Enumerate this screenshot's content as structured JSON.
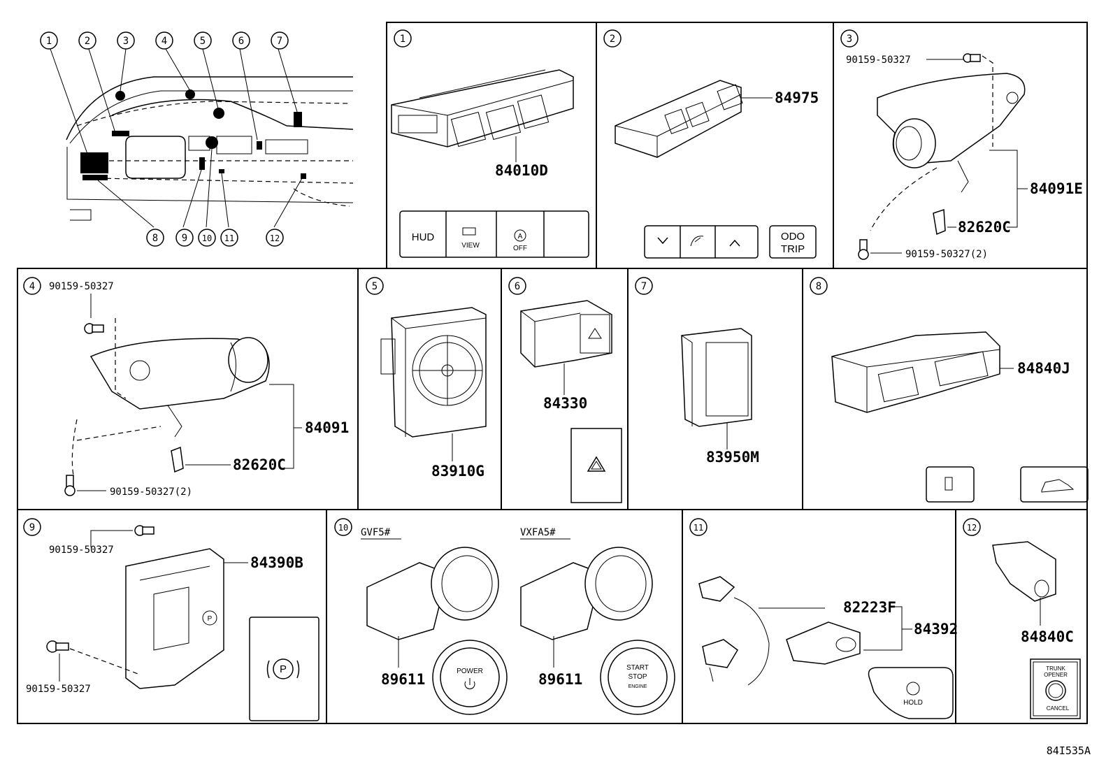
{
  "overview_callouts": [
    "1",
    "2",
    "3",
    "4",
    "5",
    "6",
    "7",
    "8",
    "9",
    "10",
    "11",
    "12"
  ],
  "panels": {
    "p1": {
      "num": "1",
      "parts": [
        "84010D"
      ],
      "keys": [
        "HUD",
        "VIEW",
        "OFF"
      ]
    },
    "p2": {
      "num": "2",
      "parts": [
        "84975"
      ],
      "keys": [
        "ODO",
        "TRIP"
      ]
    },
    "p3": {
      "num": "3",
      "parts": [
        "90159-50327",
        "84091E",
        "82620C",
        "90159-50327(2)"
      ]
    },
    "p4": {
      "num": "4",
      "parts": [
        "90159-50327",
        "84091",
        "82620C",
        "90159-50327(2)"
      ]
    },
    "p5": {
      "num": "5",
      "parts": [
        "83910G"
      ]
    },
    "p6": {
      "num": "6",
      "parts": [
        "84330"
      ]
    },
    "p7": {
      "num": "7",
      "parts": [
        "83950M"
      ]
    },
    "p8": {
      "num": "8",
      "parts": [
        "84840J"
      ]
    },
    "p9": {
      "num": "9",
      "parts": [
        "90159-50327",
        "84390B",
        "90159-50327"
      ]
    },
    "p10": {
      "num": "10",
      "variants": [
        "GVF5#",
        "VXFA5#"
      ],
      "parts": [
        "89611",
        "89611"
      ],
      "keys_a": [
        "POWER"
      ],
      "keys_b": [
        "START",
        "STOP",
        "ENGINE"
      ]
    },
    "p11": {
      "num": "11",
      "parts": [
        "82223F",
        "84392"
      ],
      "keys": [
        "HOLD"
      ]
    },
    "p12": {
      "num": "12",
      "parts": [
        "84840C"
      ],
      "keys": [
        "TRUNK",
        "OPENER",
        "CANCEL"
      ]
    }
  },
  "footer_code": "84I535A"
}
